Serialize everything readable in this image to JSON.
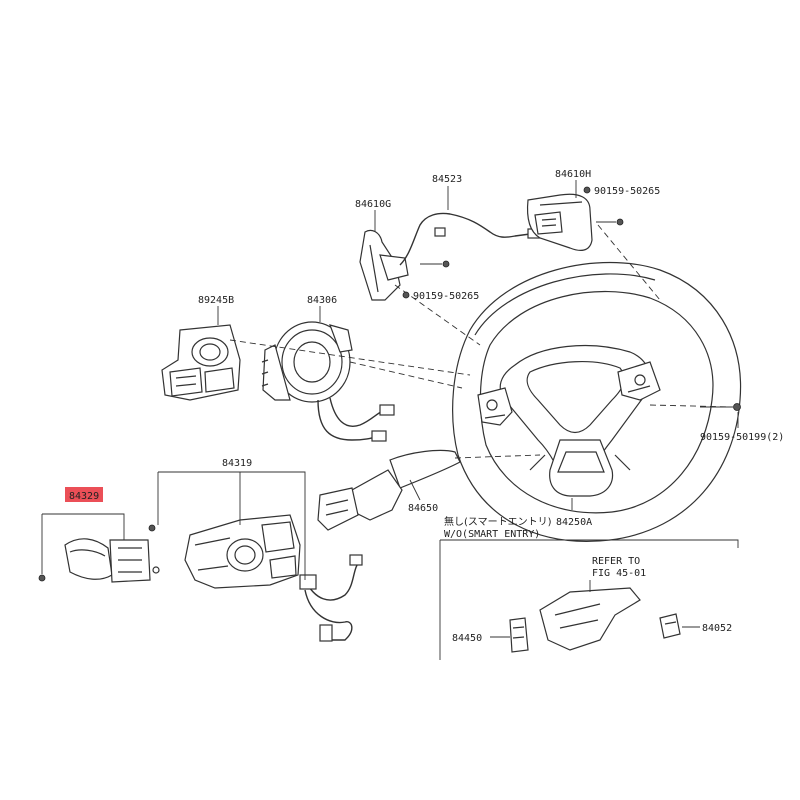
{
  "colors": {
    "highlight": "#e8303a",
    "line": "#333333",
    "background": "#ffffff"
  },
  "labels": {
    "p84523": "84523",
    "p84610H": "84610H",
    "p84610G": "84610G",
    "screw_top": "90159-50265",
    "screw_mid": "90159-50265",
    "p89245B": "89245B",
    "p84306": "84306",
    "screw_right": "90159-50199(2)",
    "p84319": "84319",
    "p84650": "84650",
    "p84250A": "84250A",
    "p84329": "84329",
    "smart_jp": "無し(スマートエントリ)",
    "smart_en": "W/O(SMART ENTRY)",
    "refer_line1": "REFER TO",
    "refer_line2": "FIG 45-01",
    "p84450": "84450",
    "p84052": "84052"
  }
}
